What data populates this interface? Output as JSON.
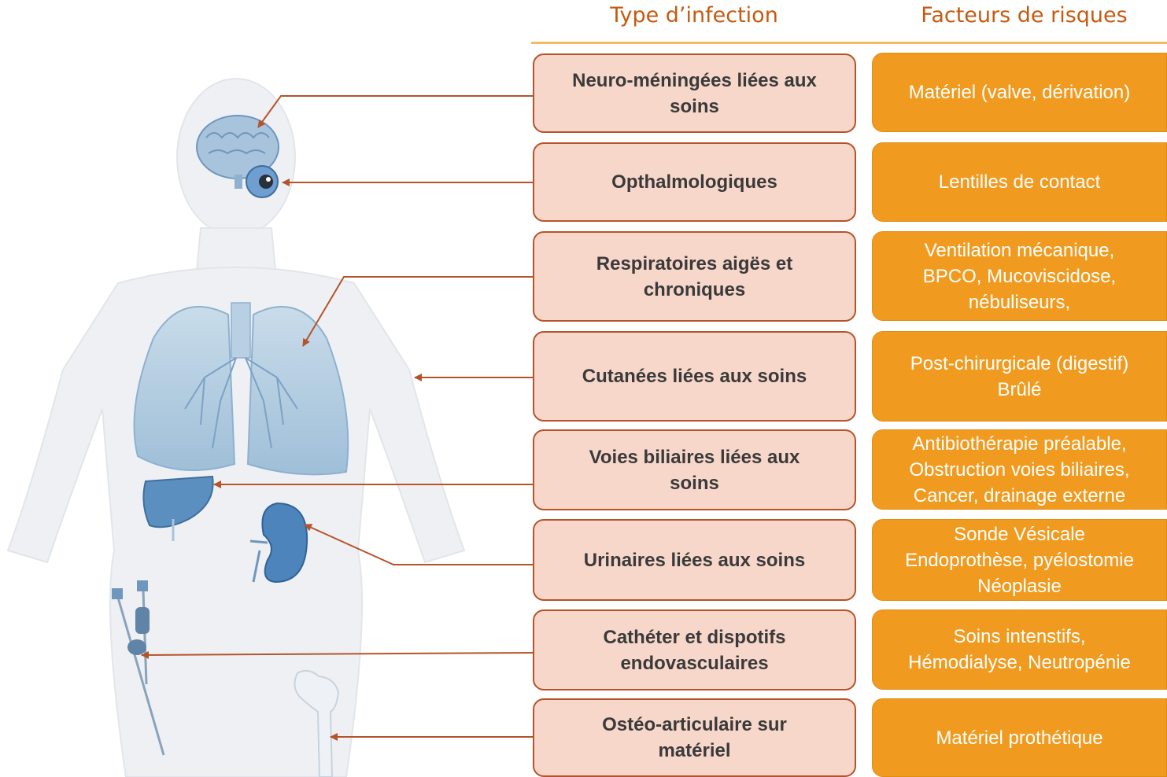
{
  "headers": {
    "type": "Type d’infection",
    "risk": "Facteurs de risques"
  },
  "colors": {
    "accent": "#c55a11",
    "type_box_fill": "#f8d7cb",
    "type_box_border": "#b5542a",
    "risk_box_fill": "#f09b1f",
    "arrow": "#b5542a",
    "organ_blue": "#5b8fc0"
  },
  "rows": [
    {
      "type": "Neuro-méningées liées aux\nsoins",
      "risk": "Matériel (valve, dérivation)"
    },
    {
      "type": "Opthalmologiques",
      "risk": "Lentilles de contact"
    },
    {
      "type": "Respiratoires aigës et\nchroniques",
      "risk": "Ventilation mécanique,\nBPCO, Mucoviscidose,\nnébuliseurs,"
    },
    {
      "type": "Cutanées liées aux soins",
      "risk": "Post-chirurgicale (digestif)\nBrûlé"
    },
    {
      "type": "Voies biliaires liées aux\nsoins",
      "risk": "Antibiothérapie préalable,\nObstruction voies biliaires,\nCancer, drainage externe"
    },
    {
      "type": "Urinaires liées aux soins",
      "risk": "Sonde Vésicale\nEndoprothèse, pyélostomie\nNéoplasie"
    },
    {
      "type": "Cathéter et dispotifs\nendovasculaires",
      "risk": "Soins intenstifs,\nHémodialyse, Neutropénie"
    },
    {
      "type": "Ostéo-articulaire sur\nmatériel",
      "risk": "Matériel prothétique"
    }
  ]
}
